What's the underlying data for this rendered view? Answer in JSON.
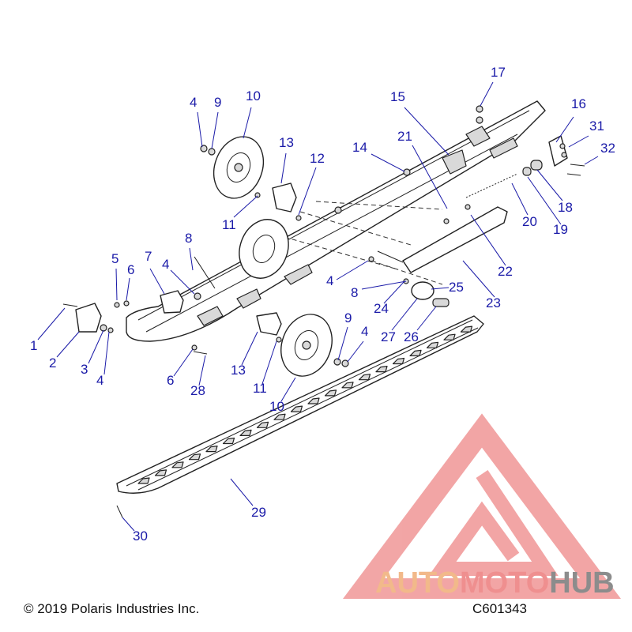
{
  "callouts": [
    {
      "id": "c1",
      "label": "1"
    },
    {
      "id": "c2",
      "label": "2"
    },
    {
      "id": "c3",
      "label": "3"
    },
    {
      "id": "c4a",
      "label": "4"
    },
    {
      "id": "c4b",
      "label": "4"
    },
    {
      "id": "c4c",
      "label": "4"
    },
    {
      "id": "c4d",
      "label": "4"
    },
    {
      "id": "c4e",
      "label": "4"
    },
    {
      "id": "c5",
      "label": "5"
    },
    {
      "id": "c6a",
      "label": "6"
    },
    {
      "id": "c6b",
      "label": "6"
    },
    {
      "id": "c7",
      "label": "7"
    },
    {
      "id": "c8a",
      "label": "8"
    },
    {
      "id": "c8b",
      "label": "8"
    },
    {
      "id": "c9a",
      "label": "9"
    },
    {
      "id": "c9b",
      "label": "9"
    },
    {
      "id": "c10a",
      "label": "10"
    },
    {
      "id": "c10b",
      "label": "10"
    },
    {
      "id": "c11a",
      "label": "11"
    },
    {
      "id": "c11b",
      "label": "11"
    },
    {
      "id": "c12",
      "label": "12"
    },
    {
      "id": "c13a",
      "label": "13"
    },
    {
      "id": "c13b",
      "label": "13"
    },
    {
      "id": "c14",
      "label": "14"
    },
    {
      "id": "c15",
      "label": "15"
    },
    {
      "id": "c16",
      "label": "16"
    },
    {
      "id": "c17",
      "label": "17"
    },
    {
      "id": "c18",
      "label": "18"
    },
    {
      "id": "c19",
      "label": "19"
    },
    {
      "id": "c20",
      "label": "20"
    },
    {
      "id": "c21",
      "label": "21"
    },
    {
      "id": "c22",
      "label": "22"
    },
    {
      "id": "c23",
      "label": "23"
    },
    {
      "id": "c24",
      "label": "24"
    },
    {
      "id": "c25",
      "label": "25"
    },
    {
      "id": "c26",
      "label": "26"
    },
    {
      "id": "c27",
      "label": "27"
    },
    {
      "id": "c28",
      "label": "28"
    },
    {
      "id": "c29",
      "label": "29"
    },
    {
      "id": "c30",
      "label": "30"
    },
    {
      "id": "c31",
      "label": "31"
    },
    {
      "id": "c32",
      "label": "32"
    }
  ],
  "footer": {
    "copyright": "© 2019 Polaris Industries Inc.",
    "diagram_code": "C601343"
  },
  "watermark": {
    "part1": "AUTO",
    "part2": "MOTO",
    "part3": "HUB",
    "color1": "#f2b98a",
    "color2": "#ef8f8f",
    "color3": "#8c8c8c"
  },
  "colors": {
    "callout": "#1a1aa8",
    "line": "#222222"
  }
}
